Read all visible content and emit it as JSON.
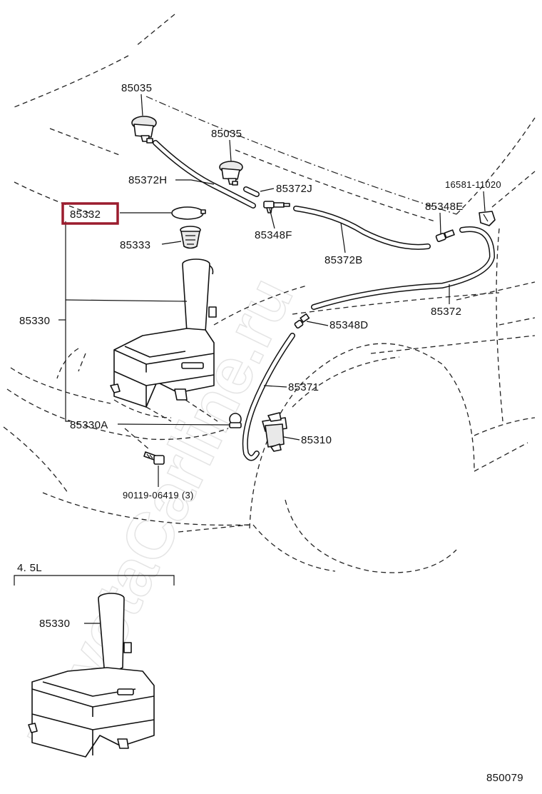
{
  "watermark": "ToyotaCarline.ru",
  "highlight_color": "#9b1c2e",
  "labels": {
    "nozzle_a": "85035",
    "nozzle_b": "85035",
    "hose_h": "85372H",
    "hose_j": "85372J",
    "valve_f": "85348F",
    "hose_b": "85372B",
    "clip": "16581-11020",
    "valve_e": "85348E",
    "hose_main": "85372",
    "valve_d": "85348D",
    "cap": "85332",
    "strainer": "85333",
    "tank": "85330",
    "hose_pump": "85371",
    "grommet": "85330A",
    "pump": "85310",
    "bolt": "90119-06419 (3)",
    "variant_capacity": "4. 5L",
    "variant_tank": "85330",
    "figure_id": "850079"
  }
}
